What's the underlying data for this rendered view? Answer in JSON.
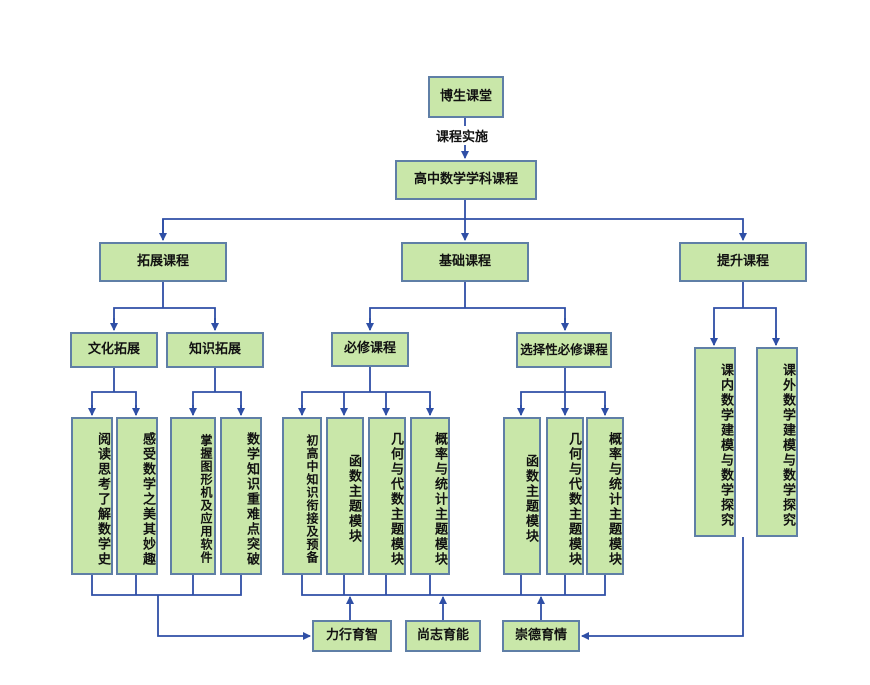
{
  "nodes": {
    "root": "博生课堂",
    "main": "高中数学学科课程",
    "expand": "拓展课程",
    "basic": "基础课程",
    "advance": "提升课程",
    "culture": "文化拓展",
    "knowledge": "知识拓展",
    "required": "必修课程",
    "selective": "选择性必修课程",
    "read_history": "阅读思考了解数学史",
    "feel_beauty": "感受数学之美其妙趣",
    "software": "掌握图形机及应用软件",
    "difficulty": "数学知识重难点突破",
    "transition": "初高中知识衔接及预备",
    "func_req": "函数主题模块",
    "geo_req": "几何与代数主题模块",
    "prob_req": "概率与统计主题模块",
    "func_sel": "函数主题模块",
    "geo_sel": "几何与代数主题模块",
    "prob_sel": "概率与统计主题模块",
    "in_class": "课内数学建模与数学探究",
    "out_class": "课外数学建模与数学探究",
    "lixing": "力行育智",
    "shangzhi": "尚志育能",
    "chongde": "崇德育情"
  },
  "edge_labels": {
    "implementation": "课程实施"
  },
  "colors": {
    "box_fill": "#c9e7a9",
    "box_border": "#5f7fa6",
    "line": "#2f4fa6"
  }
}
